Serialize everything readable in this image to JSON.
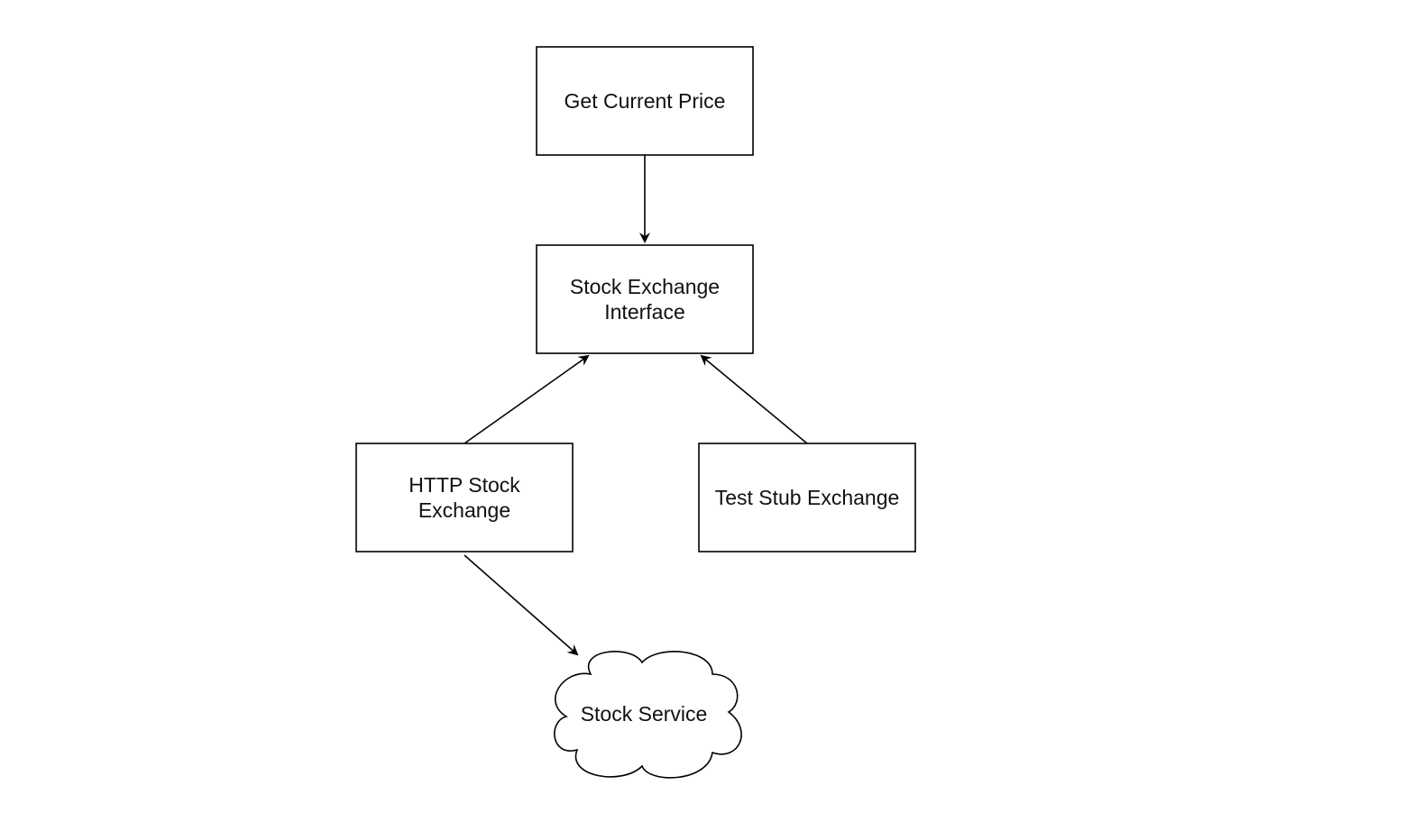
{
  "diagram": {
    "nodes": {
      "get_current_price": {
        "lines": [
          "Get Current Price"
        ]
      },
      "stock_exchange_interface": {
        "lines": [
          "Stock Exchange",
          "Interface"
        ]
      },
      "http_stock_exchange": {
        "lines": [
          "HTTP Stock",
          "Exchange"
        ]
      },
      "test_stub_exchange": {
        "lines": [
          "Test Stub Exchange"
        ]
      },
      "stock_service": {
        "lines": [
          "Stock Service"
        ]
      }
    },
    "edges": [
      {
        "from": "get_current_price",
        "to": "stock_exchange_interface"
      },
      {
        "from": "http_stock_exchange",
        "to": "stock_exchange_interface"
      },
      {
        "from": "test_stub_exchange",
        "to": "stock_exchange_interface"
      },
      {
        "from": "http_stock_exchange",
        "to": "stock_service"
      }
    ],
    "colors": {
      "stroke": "#000000",
      "fill": "#ffffff",
      "text": "#111111"
    }
  }
}
